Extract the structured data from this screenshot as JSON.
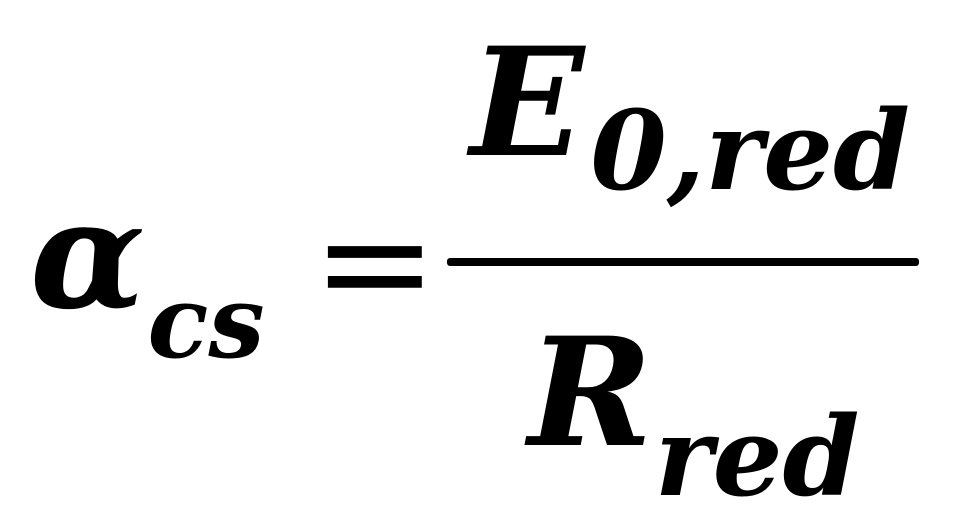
{
  "formula": {
    "lhs": {
      "symbol": "α",
      "subscript": "cs"
    },
    "operator": "=",
    "numerator": {
      "symbol": "E",
      "subscript": "0,red"
    },
    "denominator": {
      "symbol": "R",
      "subscript": "red"
    }
  }
}
